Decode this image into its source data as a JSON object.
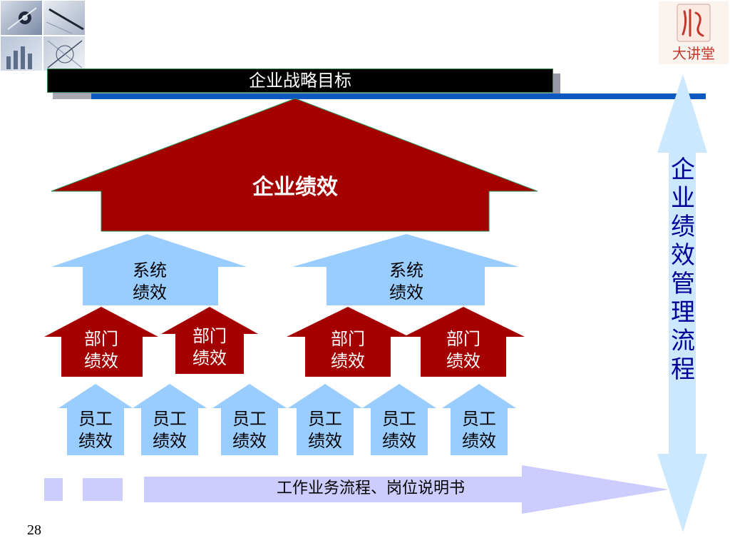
{
  "slide": {
    "title": "企业战略目标",
    "page_number": "28"
  },
  "diagram": {
    "enterprise_performance": "企业绩效",
    "system_performance": [
      {
        "line1": "系统",
        "line2": "绩效"
      },
      {
        "line1": "系统",
        "line2": "绩效"
      }
    ],
    "department_performance": [
      {
        "line1": "部门",
        "line2": "绩效"
      },
      {
        "line1": "部门",
        "line2": "绩效"
      },
      {
        "line1": "部门",
        "line2": "绩效"
      },
      {
        "line1": "部门",
        "line2": "绩效"
      }
    ],
    "employee_performance": [
      {
        "line1": "员工",
        "line2": "绩效"
      },
      {
        "line1": "员工",
        "line2": "绩效"
      },
      {
        "line1": "员工",
        "line2": "绩效"
      },
      {
        "line1": "员工",
        "line2": "绩效"
      },
      {
        "line1": "员工",
        "line2": "绩效"
      },
      {
        "line1": "员工",
        "line2": "绩效"
      }
    ],
    "process_foundation": "工作业务流程、岗位说明书",
    "vertical_process": [
      "企",
      "业",
      "绩",
      "效",
      "管",
      "理",
      "流",
      "程"
    ]
  },
  "logo": {
    "text": "大讲堂"
  },
  "colors": {
    "dark_red": "#a50000",
    "light_blue": "#99ccff",
    "pale_cyan": "#cce8ff",
    "lavender": "#ccccff",
    "vertical_text": "#000099",
    "rule_blue": "#0b58c0"
  }
}
